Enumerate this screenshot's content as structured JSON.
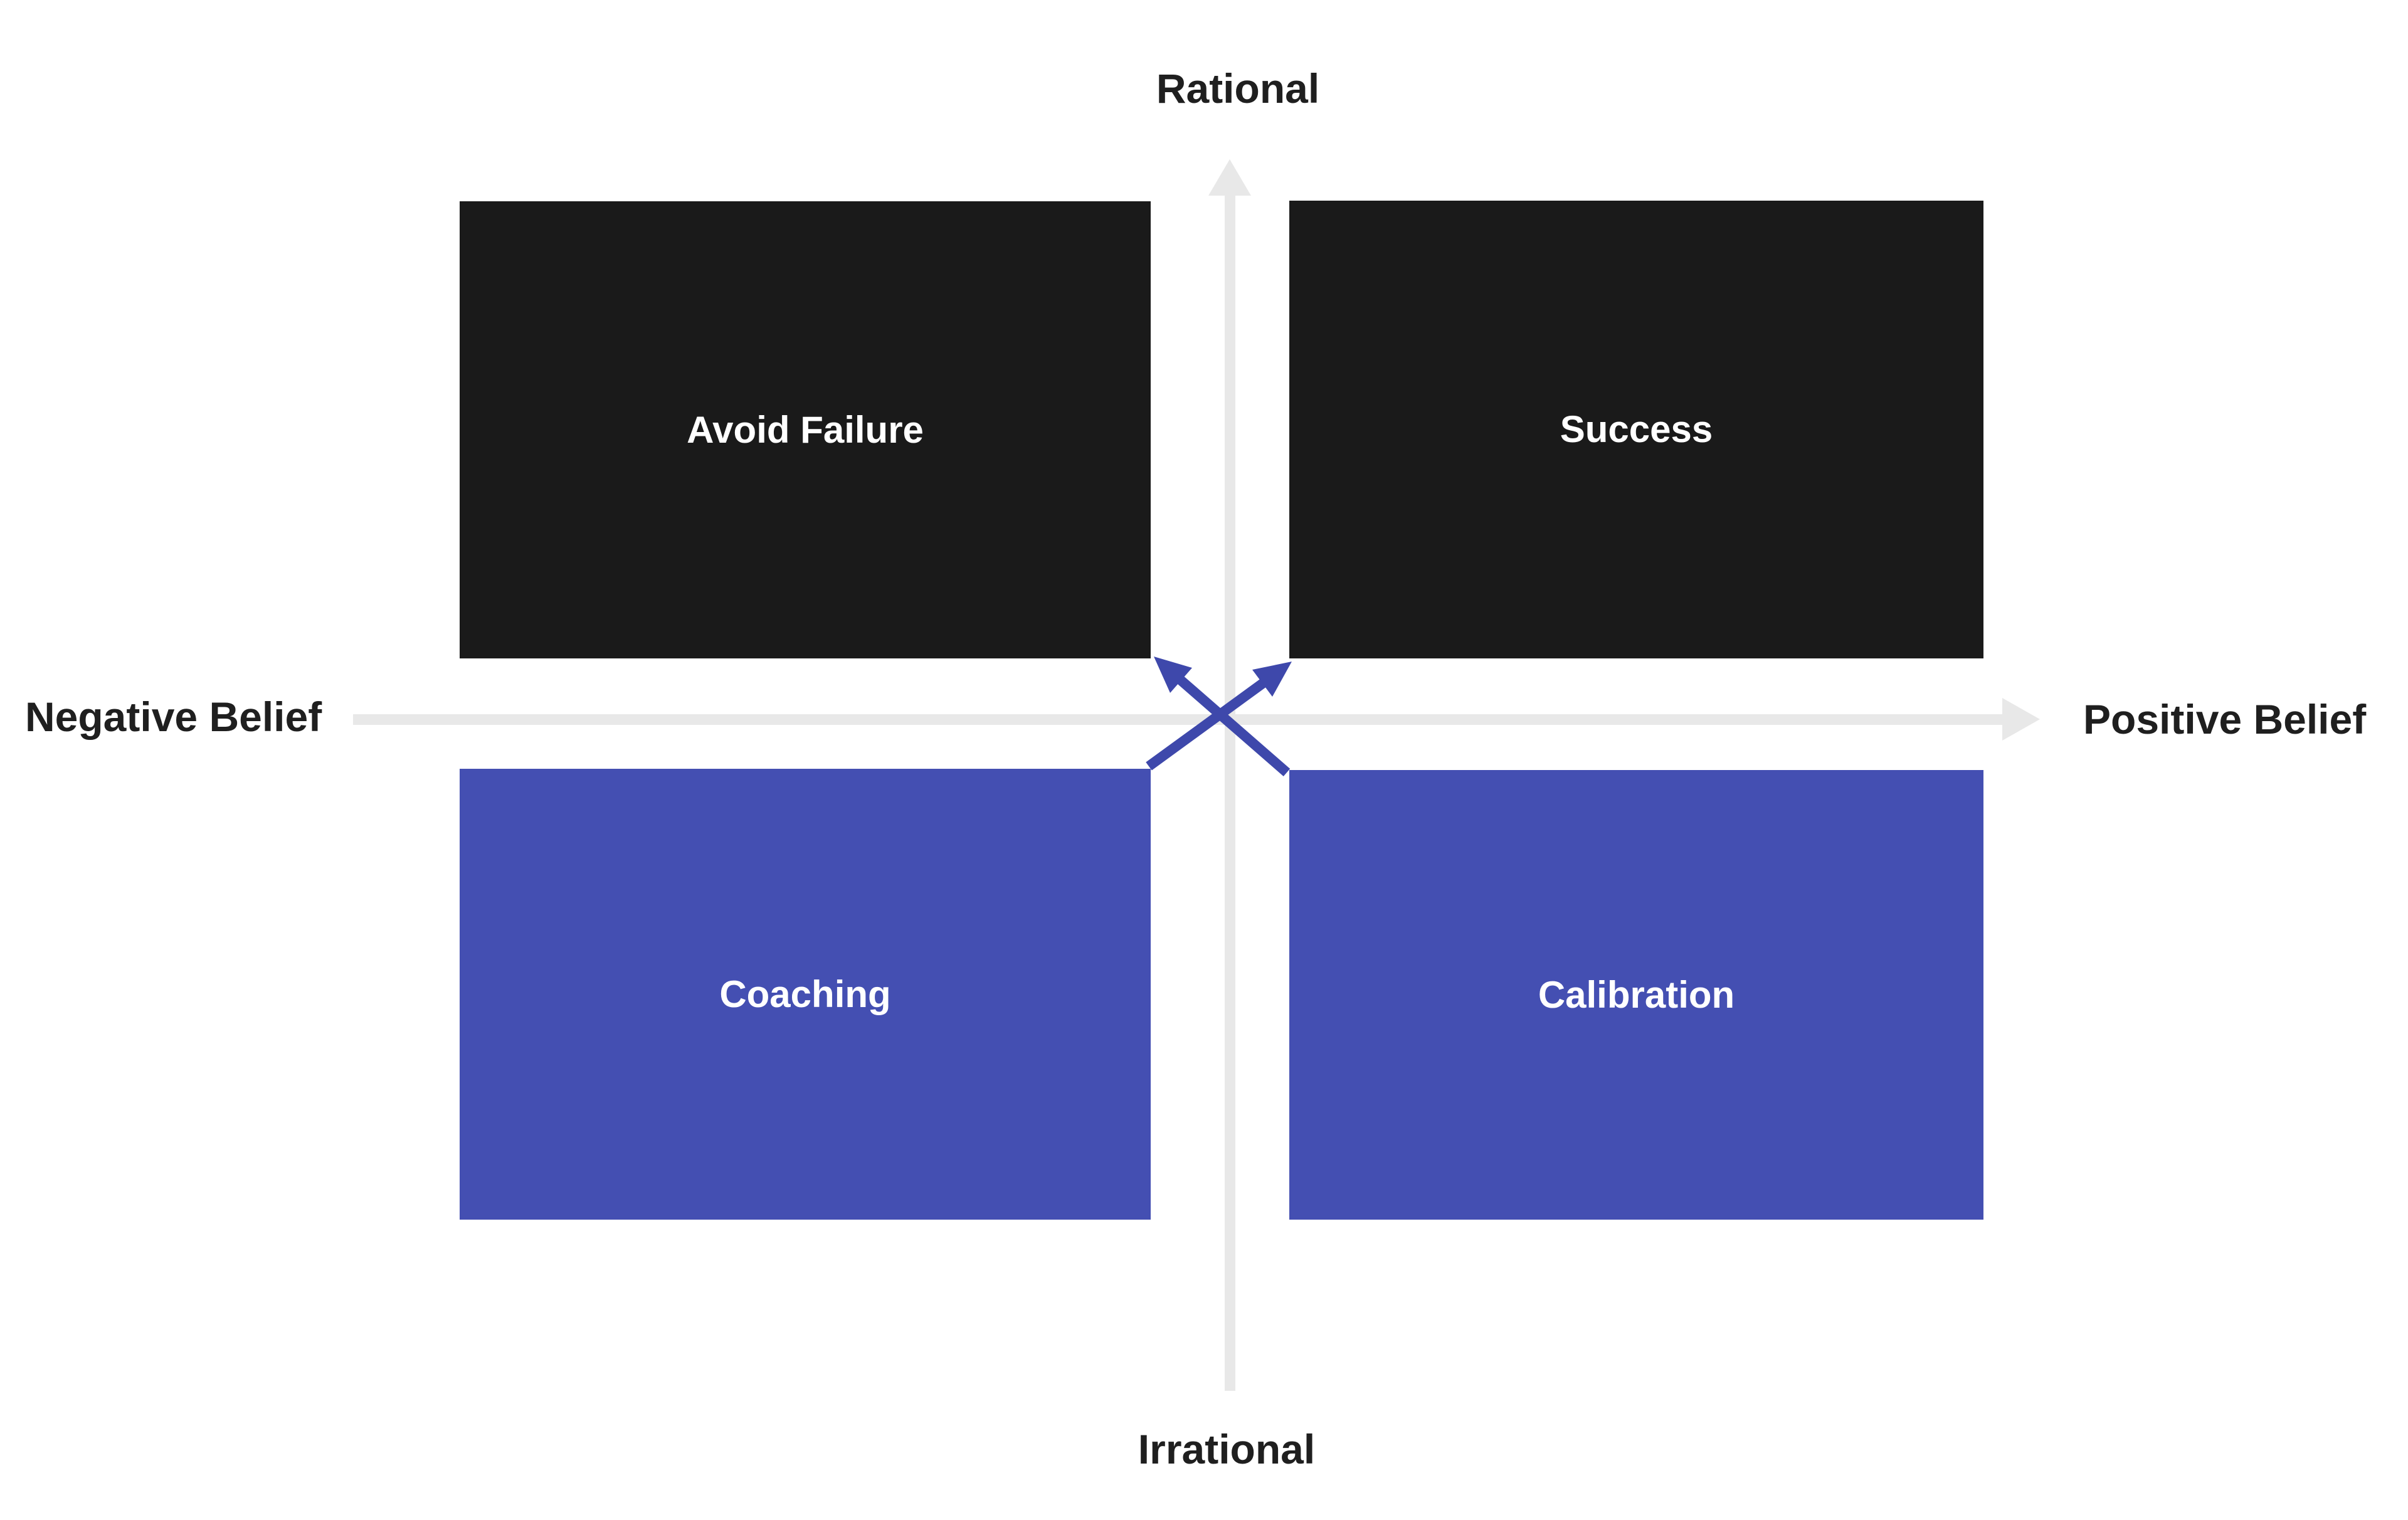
{
  "diagram": {
    "axes": {
      "y": {
        "top_label": "Rational",
        "bottom_label": "Irrational"
      },
      "x": {
        "left_label": "Negative Belief",
        "right_label": "Positive Belief"
      }
    },
    "quadrants": [
      {
        "id": "top-left",
        "label": "Avoid Failure",
        "tone": "dark"
      },
      {
        "id": "top-right",
        "label": "Success",
        "tone": "dark"
      },
      {
        "id": "bottom-left",
        "label": "Coaching",
        "tone": "indigo"
      },
      {
        "id": "bottom-right",
        "label": "Calibration",
        "tone": "indigo"
      }
    ],
    "arrows": [
      {
        "from": "Coaching",
        "to": "Success"
      },
      {
        "from": "Calibration",
        "to": "Avoid Failure"
      }
    ],
    "colors": {
      "quad-dark": "#1A1A1A",
      "quad-indigo": "#444FB2",
      "arrow": "#3E48AB",
      "axis": "#E8E8E8",
      "label-text": "#1F1F1F",
      "quad-label-text": "#FFFFFF",
      "background": "#FFFFFF"
    }
  }
}
